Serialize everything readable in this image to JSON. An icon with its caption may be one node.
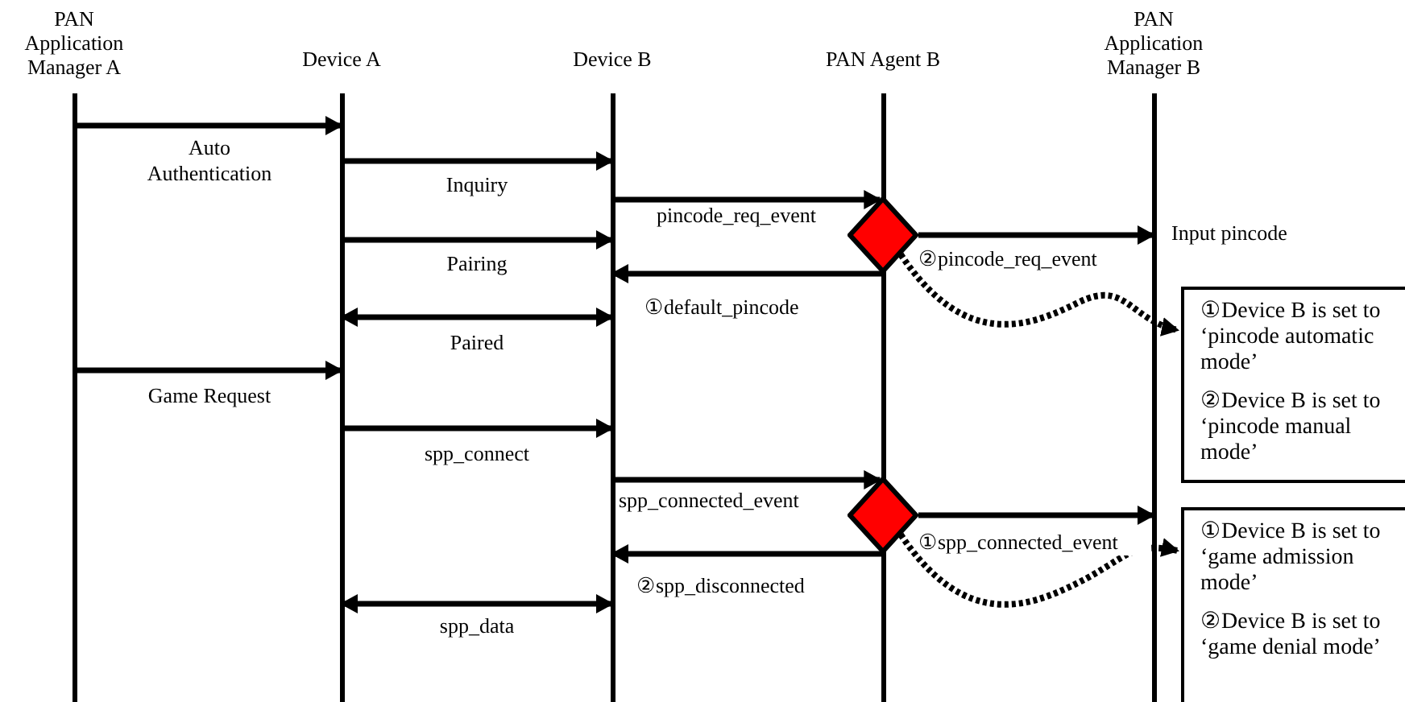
{
  "diagram": {
    "nodes": [
      {
        "text": [
          "PAN Application Manager A"
        ]
      },
      {
        "text": [
          "Device A"
        ]
      },
      {
        "text": [
          "Device B"
        ]
      },
      {
        "text": [
          "PAN Agent B"
        ]
      },
      {
        "text": [
          "PAN Application Manager B"
        ]
      },
      {
        "text": [],
        "shape": "diamond"
      },
      {
        "text": [],
        "shape": "diamond"
      },
      {
        "text": [
          "①Device B is set to ‘pincode automatic mode’",
          "②Device B is set to ‘pincode manual mode’"
        ]
      },
      {
        "text": [
          "①Device B is set to ‘game admission mode’",
          "②Device B is set to ‘game denial mode’"
        ]
      }
    ],
    "edges": [
      {
        "from": 0,
        "to": 1,
        "arrow": "to",
        "label": "Auto Authentication"
      },
      {
        "from": 1,
        "to": 2,
        "arrow": "to",
        "label": "Inquiry"
      },
      {
        "from": 2,
        "to": 5,
        "arrow": "to",
        "label": "pincode_req_event"
      },
      {
        "from": 1,
        "to": 2,
        "arrow": "to",
        "label": "Pairing"
      },
      {
        "from": 5,
        "to": 4,
        "arrow": "to",
        "label": "②pincode_req_event"
      },
      {
        "from": 5,
        "to": 2,
        "arrow": "to",
        "label": "①default_pincode"
      },
      {
        "from": 1,
        "to": 2,
        "arrow": "both",
        "label": "Paired"
      },
      {
        "from": 5,
        "to": 7,
        "arrow": "to",
        "style": "dashed"
      },
      {
        "from": 0,
        "to": 1,
        "arrow": "to",
        "label": "Game Request"
      },
      {
        "from": 1,
        "to": 2,
        "arrow": "to",
        "label": "spp_connect"
      },
      {
        "from": 2,
        "to": 6,
        "arrow": "to",
        "label": "spp_connected_event"
      },
      {
        "from": 6,
        "to": 4,
        "arrow": "to",
        "label": "①spp_connected_event"
      },
      {
        "from": 6,
        "to": 2,
        "arrow": "to",
        "label": "②spp_disconnected"
      },
      {
        "from": 6,
        "to": 8,
        "arrow": "to",
        "style": "dashed"
      },
      {
        "from": 1,
        "to": 2,
        "arrow": "both",
        "label": "spp_data"
      }
    ],
    "labels": [
      "Input pincode"
    ]
  }
}
